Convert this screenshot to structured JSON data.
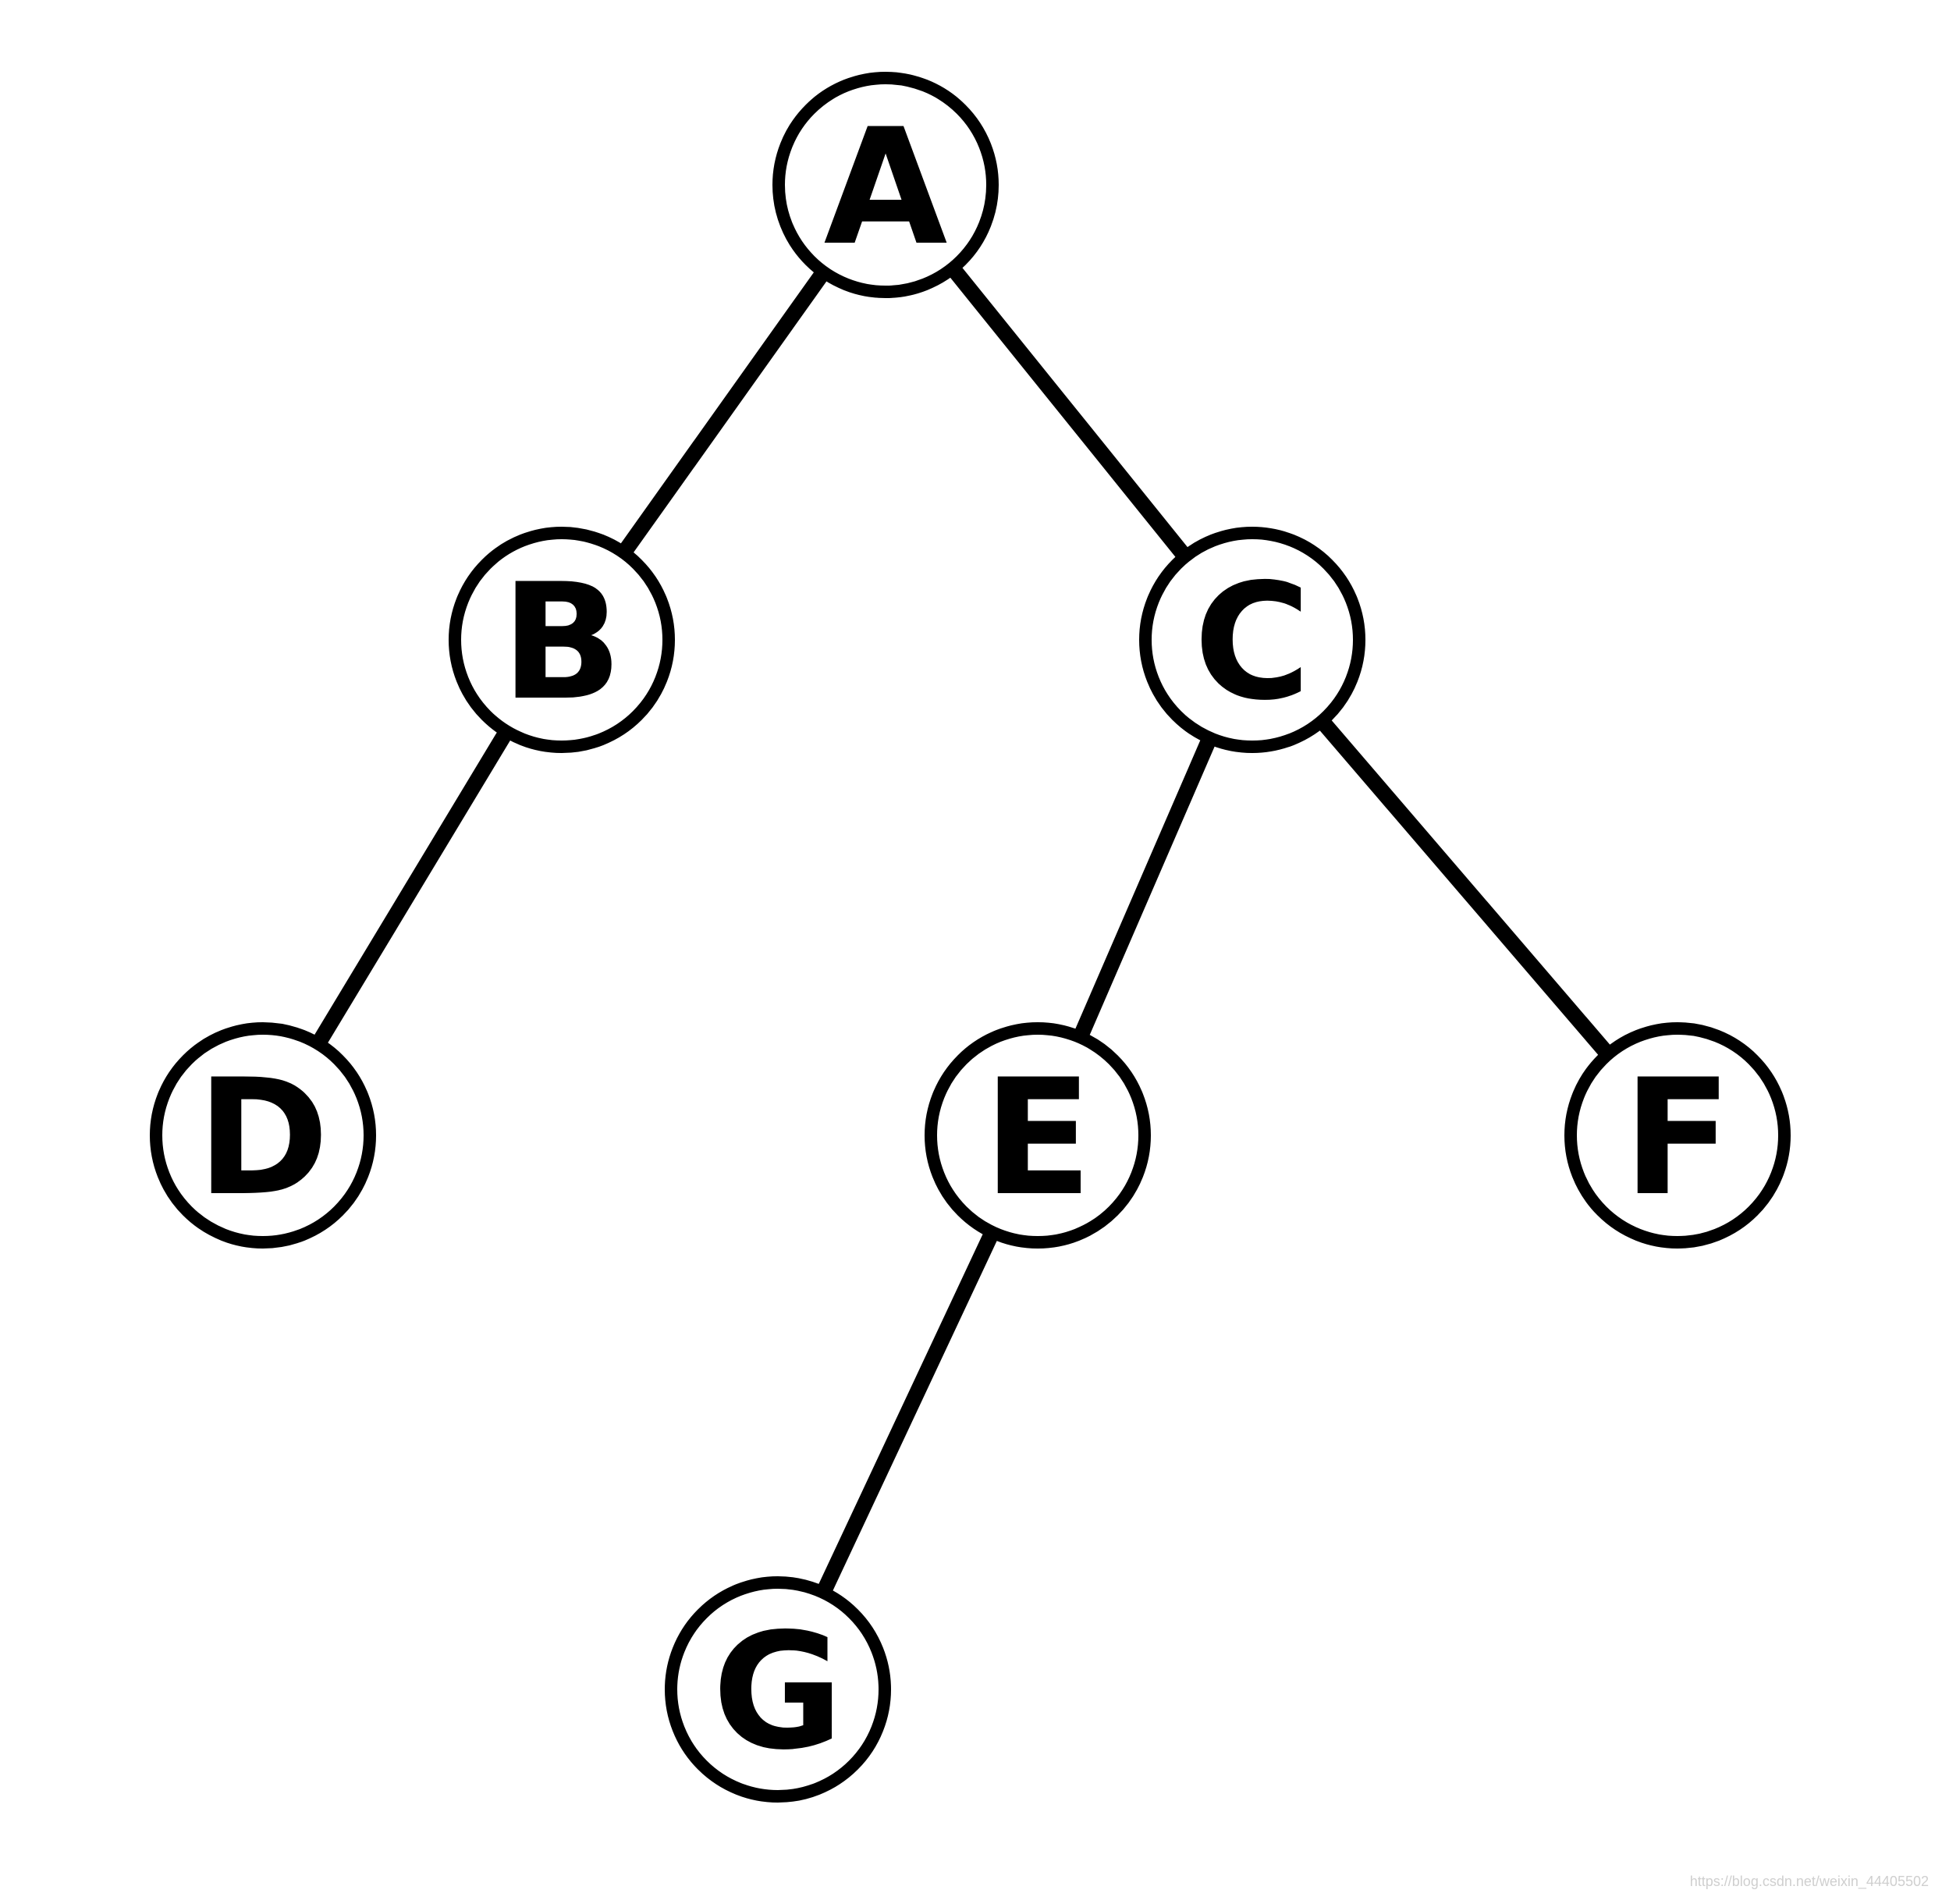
{
  "tree": {
    "nodes": [
      {
        "id": "A",
        "label": "A"
      },
      {
        "id": "B",
        "label": "B"
      },
      {
        "id": "C",
        "label": "C"
      },
      {
        "id": "D",
        "label": "D"
      },
      {
        "id": "E",
        "label": "E"
      },
      {
        "id": "F",
        "label": "F"
      },
      {
        "id": "G",
        "label": "G"
      }
    ],
    "edges": [
      {
        "from": "A",
        "to": "B"
      },
      {
        "from": "A",
        "to": "C"
      },
      {
        "from": "B",
        "to": "D"
      },
      {
        "from": "C",
        "to": "E"
      },
      {
        "from": "C",
        "to": "F"
      },
      {
        "from": "E",
        "to": "G"
      }
    ]
  },
  "colors": {
    "line": "#000000",
    "background": "#ffffff"
  },
  "watermark": "https://blog.csdn.net/weixin_44405502"
}
